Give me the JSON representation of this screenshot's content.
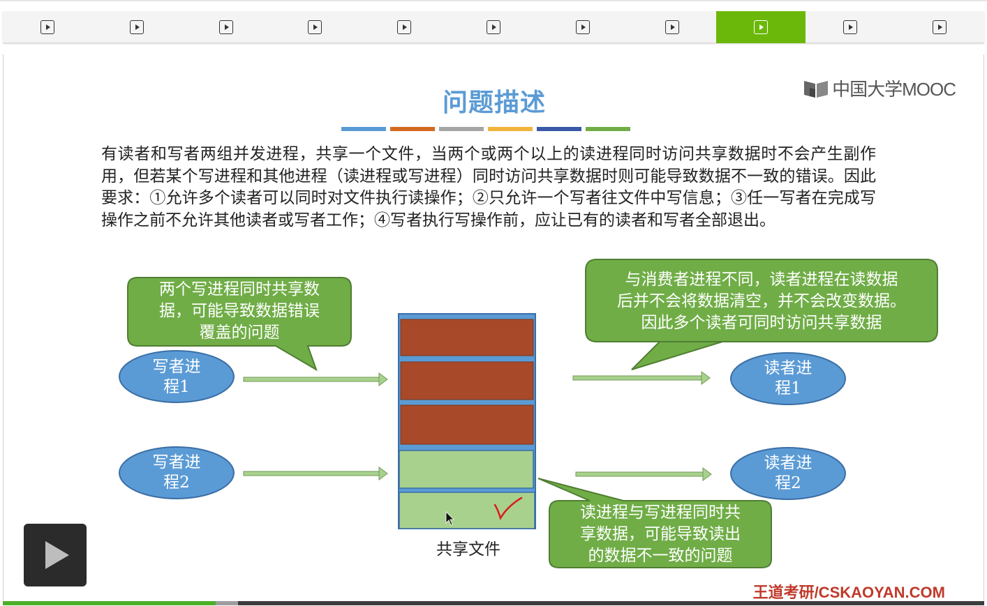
{
  "player": {
    "chapters": [
      "play",
      "play",
      "play",
      "play",
      "play",
      "play",
      "play",
      "play",
      "play",
      "play",
      "play"
    ],
    "active_chapter": 8,
    "active_color": "#6cb80a",
    "progress": 0.217,
    "buffered": 0.24
  },
  "slide": {
    "title": "问题描述",
    "brand": "中国大学MOOC",
    "stripe_colors": [
      "#5b9bd5",
      "#d2691e",
      "#a5a5a5",
      "#f0b43c",
      "#3a5aa8",
      "#70ad47"
    ],
    "paragraph": "有读者和写者两组并发进程，共享一个文件，当两个或两个以上的读进程同时访问共享数据时不会产生副作用，但若某个写进程和其他进程（读进程或写进程）同时访问共享数据时则可能导致数据不一致的错误。因此要求：①允许多个读者可以同时对文件执行读操作；②只允许一个写者往文件中写信息；③任一写者在完成写操作之前不允许其他读者或写者工作；④写者执行写操作前，应让已有的读者和写者全部退出。",
    "callouts": {
      "writers": [
        "两个写进程同时共享数",
        "据，可能导致数据错误",
        "覆盖的问题"
      ],
      "readers": [
        "与消费者进程不同，读者进程在读数据",
        "后并不会将数据清空，并不会改变数据。",
        "因此多个读者可同时访问共享数据"
      ],
      "read_write": [
        "读进程与写进程同时共",
        "享数据，可能导致读出",
        "的数据不一致的问题"
      ]
    },
    "processes": {
      "writer1": [
        "写者进",
        "程1"
      ],
      "writer2": [
        "写者进",
        "程2"
      ],
      "reader1": [
        "读者进",
        "程1"
      ],
      "reader2": [
        "读者进",
        "程2"
      ]
    },
    "file_label": "共享文件",
    "watermark": "王道考研/CSKAOYAN.COM",
    "colors": {
      "title": "#5b9bd5",
      "callout_fill": "#70ad47",
      "callout_stroke": "#507e32",
      "ellipse_fill": "#5b9bd5",
      "ellipse_stroke": "#3a6ea5",
      "block_written": "#a84a2a",
      "block_empty": "#a9d18e",
      "arrow": "#a9d18e",
      "watermark": "#c0392b"
    }
  }
}
